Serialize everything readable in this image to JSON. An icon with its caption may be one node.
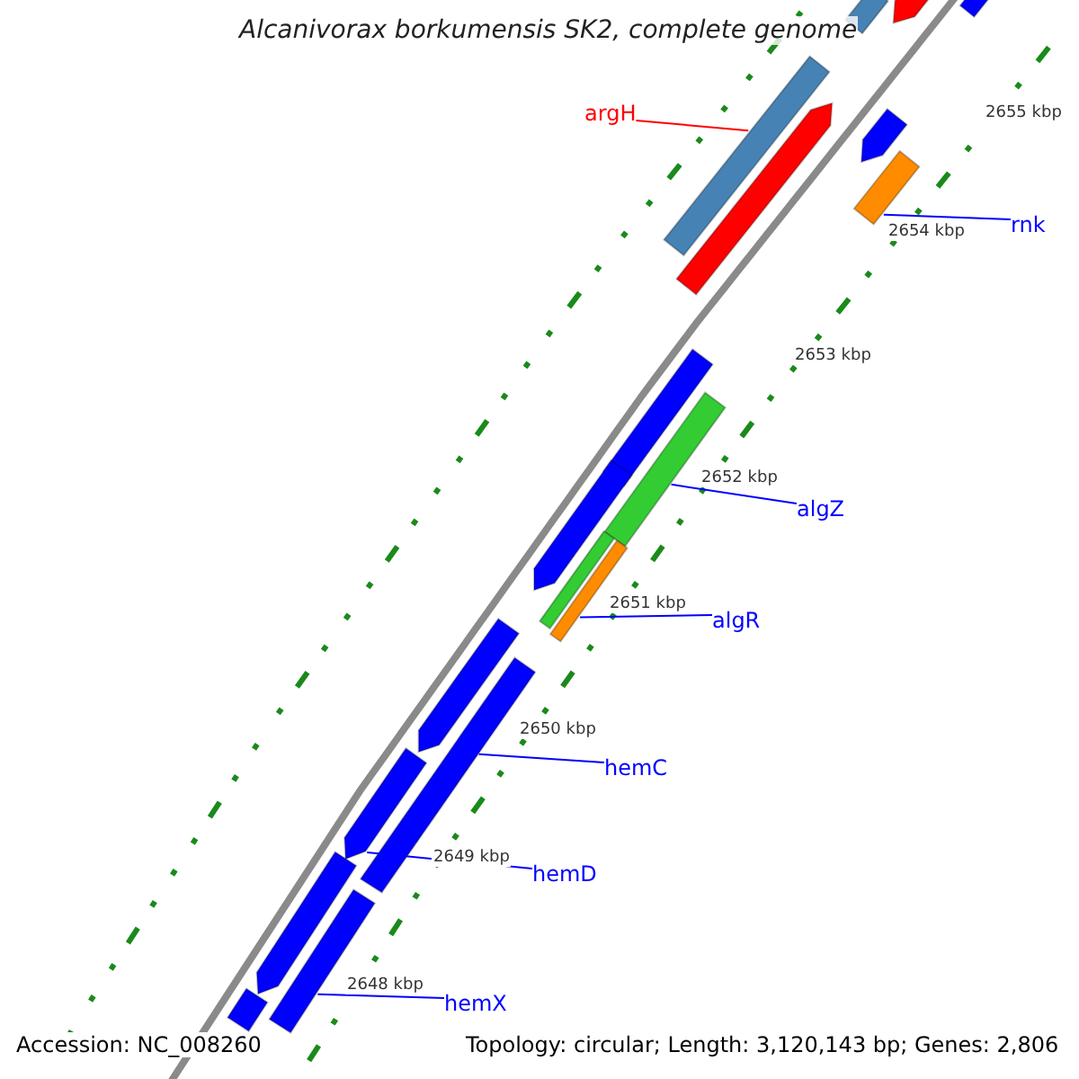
{
  "diagram": {
    "title": "Alcanivorax borkumensis SK2, complete genome",
    "nodes": [
      {
        "text": [
          "argH"
        ]
      },
      {
        "text": [],
        "shape": "bar"
      },
      {
        "text": [
          "rnk"
        ]
      },
      {
        "text": [],
        "shape": "bar"
      },
      {
        "text": [
          "algZ"
        ]
      },
      {
        "text": [],
        "shape": "bar"
      },
      {
        "text": [
          "algR"
        ]
      },
      {
        "text": [],
        "shape": "bar"
      },
      {
        "text": [
          "hemC"
        ]
      },
      {
        "text": [],
        "shape": "bar"
      },
      {
        "text": [
          "hemD"
        ]
      },
      {
        "text": [],
        "shape": "bar"
      },
      {
        "text": [
          "hemX"
        ]
      },
      {
        "text": [],
        "shape": "bar"
      },
      {
        "text": [],
        "shape": "bar"
      },
      {
        "text": [],
        "shape": "bar"
      },
      {
        "text": [],
        "shape": "bar"
      },
      {
        "text": [],
        "shape": "bar"
      },
      {
        "text": [],
        "shape": "bar"
      },
      {
        "text": [],
        "shape": "bar"
      },
      {
        "text": [],
        "shape": "bar"
      },
      {
        "text": [],
        "shape": "bar"
      },
      {
        "text": [],
        "shape": "bar"
      },
      {
        "text": [],
        "shape": "bar"
      },
      {
        "text": [],
        "shape": "bar"
      }
    ],
    "edges": [
      {
        "from": 0,
        "to": 1,
        "arrow": "none",
        "color": "#ff0000"
      },
      {
        "from": 2,
        "to": 3,
        "arrow": "none"
      },
      {
        "from": 4,
        "to": 5,
        "arrow": "none"
      },
      {
        "from": 6,
        "to": 7,
        "arrow": "none"
      },
      {
        "from": 8,
        "to": 9,
        "arrow": "none"
      },
      {
        "from": 10,
        "to": 11,
        "arrow": "none"
      },
      {
        "from": 12,
        "to": 13,
        "arrow": "none"
      }
    ],
    "labels": [
      "2655 kbp",
      "2654 kbp",
      "2653 kbp",
      "2652 kbp",
      "2651 kbp",
      "2650 kbp",
      "2649 kbp",
      "2648 kbp",
      "Accession: NC_008260",
      "Topology: circular; Length: 3,120,143 bp; Genes: 2,806"
    ]
  }
}
